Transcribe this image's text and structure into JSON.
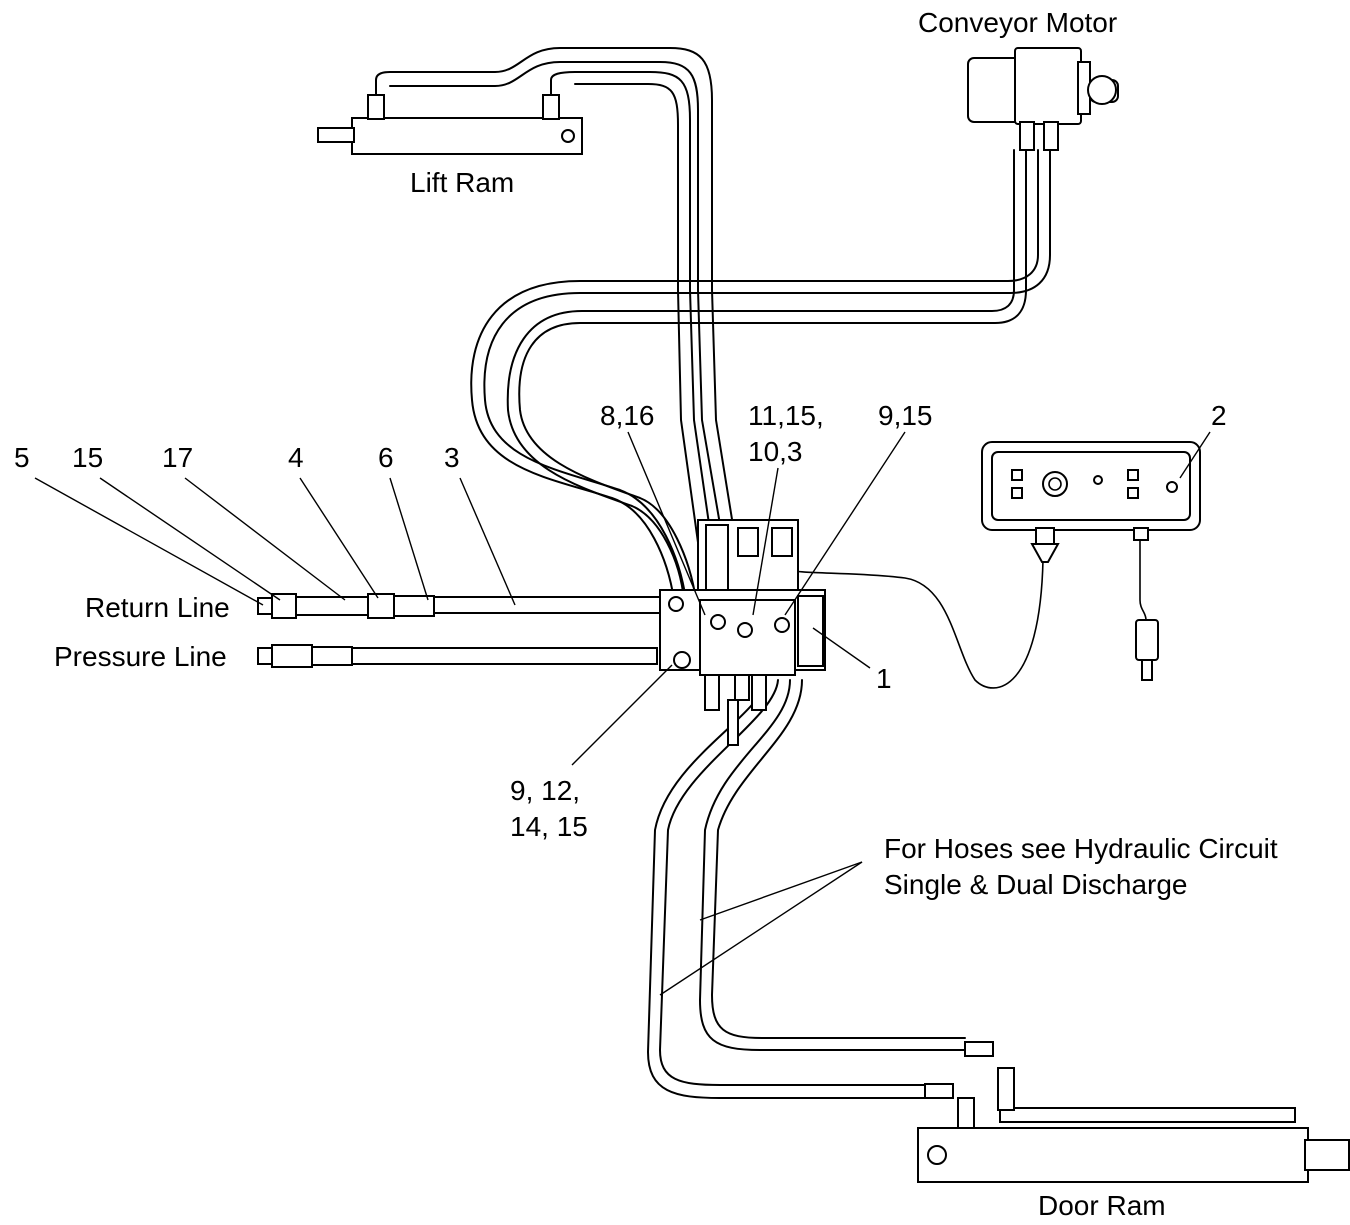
{
  "components": {
    "conveyor_motor": "Conveyor Motor",
    "lift_ram": "Lift Ram",
    "door_ram": "Door Ram",
    "return_line": "Return Line",
    "pressure_line": "Pressure Line"
  },
  "callouts": {
    "c5": "5",
    "c15": "15",
    "c17": "17",
    "c4": "4",
    "c6": "6",
    "c3": "3",
    "c816": "8,16",
    "c1115a": "11,15,",
    "c1115b": "10,3",
    "c915": "9,15",
    "c2": "2",
    "c1": "1",
    "c91215a": "9, 12,",
    "c91215b": "14, 15"
  },
  "note": {
    "line1": "For Hoses see Hydraulic Circuit",
    "line2": "Single & Dual Discharge"
  }
}
